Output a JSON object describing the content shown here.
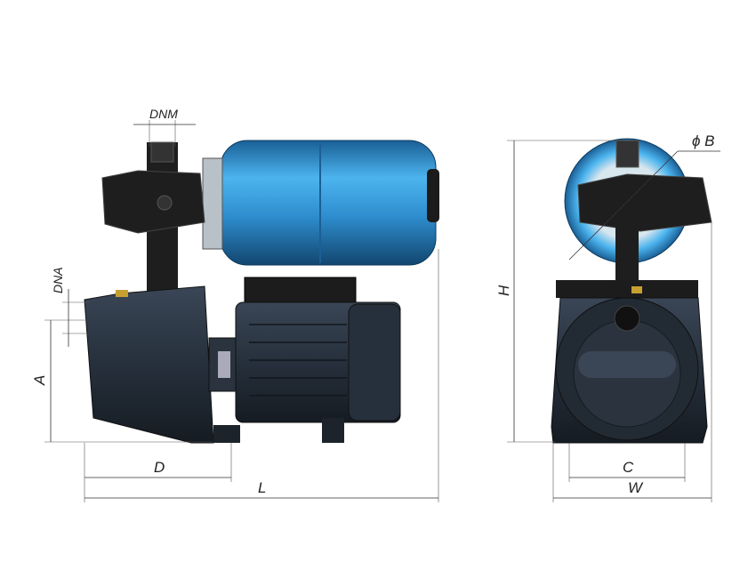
{
  "title": "Pump station dimension drawing",
  "dimensions": {
    "dnm": "DNM",
    "dna": "DNA",
    "a": "A",
    "d": "D",
    "l": "L",
    "h": "H",
    "b": "ϕ B",
    "c": "C",
    "w": "W"
  },
  "colors": {
    "tank": "#2f8fd0",
    "body": "#2b3440",
    "switch": "#1e1e1e"
  }
}
